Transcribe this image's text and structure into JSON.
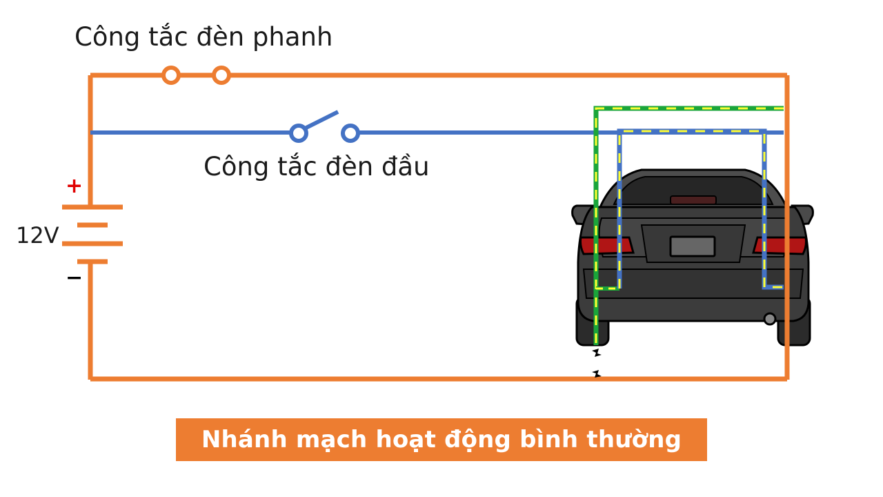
{
  "labels": {
    "brake_switch": "Công tắc đèn phanh",
    "headlight_switch": "Công tắc đèn đầu",
    "voltage": "12V",
    "plus": "+",
    "minus": "−"
  },
  "caption": "Nhánh mạch hoạt động bình thường",
  "colors": {
    "main_wire": "#ED7D31",
    "headlight_wire": "#4472C4",
    "brake_path_green": "#1AA53A",
    "highlight_yellow": "#FFFF33",
    "caption_bg": "#ED7D31",
    "car_body": "#3c3c3c",
    "tail_light": "#b01515",
    "plus_color": "#e00000"
  }
}
